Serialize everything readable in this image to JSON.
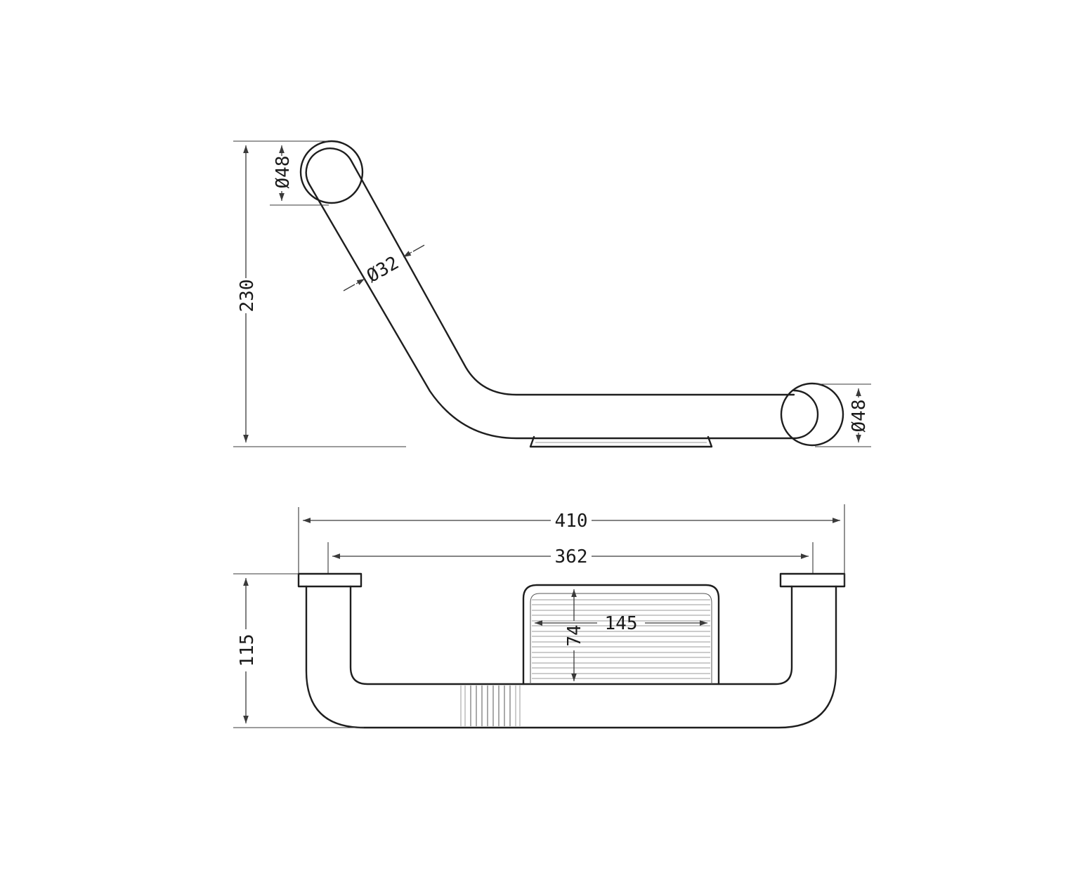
{
  "dimensions": {
    "side_view": {
      "height_total": "230",
      "flange_top_diameter": "Ø48",
      "tube_diameter": "Ø32",
      "flange_right_diameter": "Ø48"
    },
    "top_view": {
      "overall_length": "410",
      "center_length": "362",
      "depth": "115",
      "basket_depth": "74",
      "basket_width": "145"
    }
  },
  "colors": {
    "line": "#1e1e1e",
    "dimension": "#3a3a3a",
    "background": "#ffffff"
  }
}
